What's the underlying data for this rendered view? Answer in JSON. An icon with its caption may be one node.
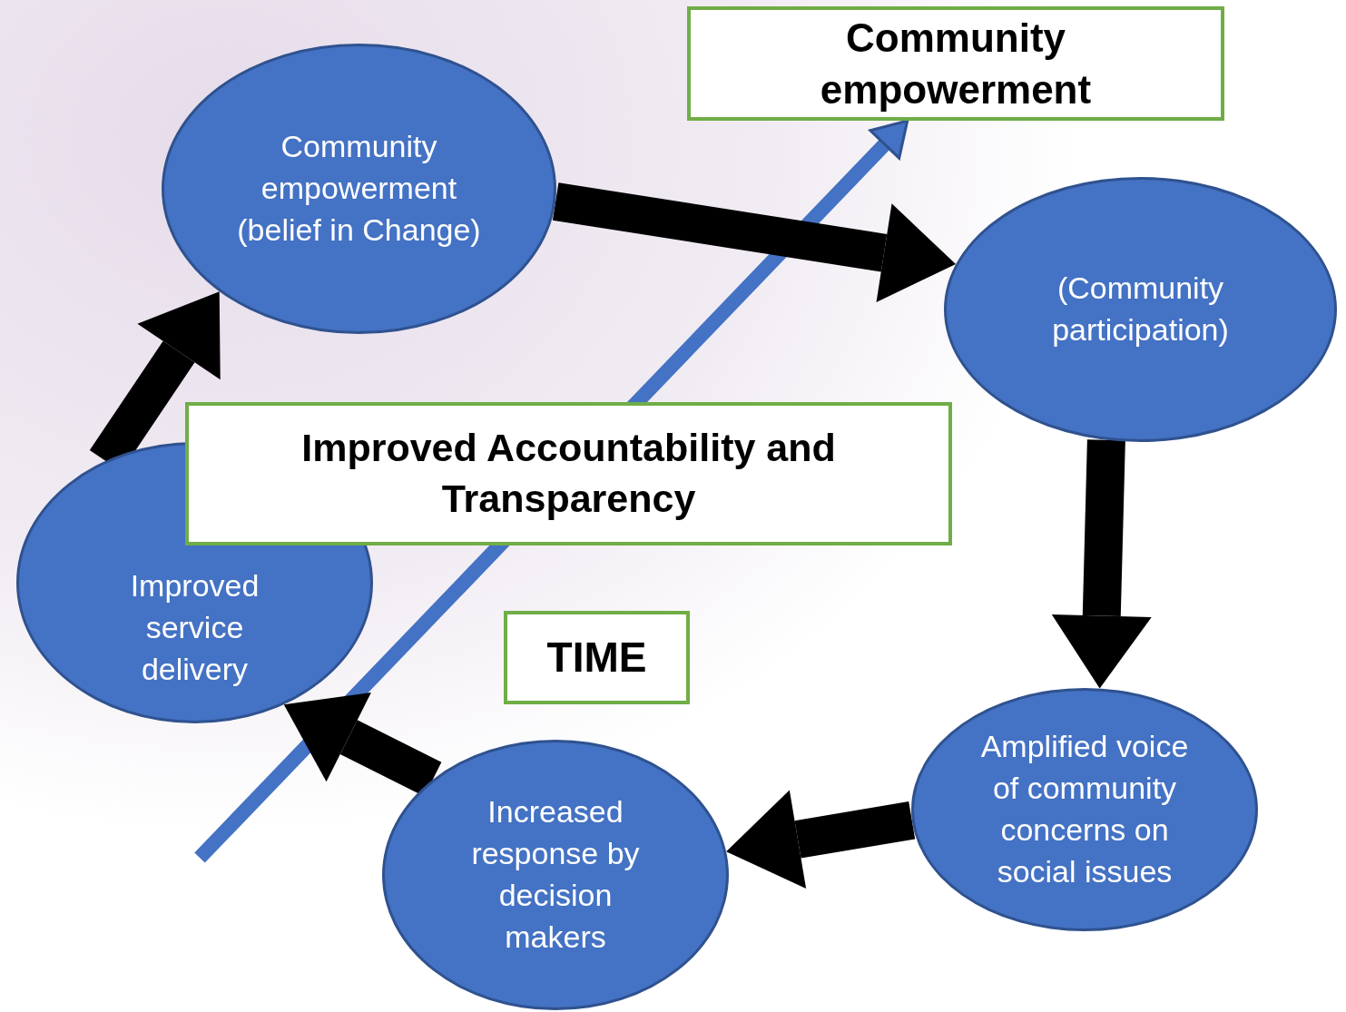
{
  "diagram": {
    "nodes": [
      {
        "text": [
          "Community empowerment (belief in Change)"
        ]
      },
      {
        "text": [
          "Community empowerment"
        ]
      },
      {
        "text": [
          "(Community participation)"
        ]
      },
      {
        "text": [
          "Amplified voice of community concerns on social issues"
        ]
      },
      {
        "text": [
          "Increased response by decision makers"
        ]
      },
      {
        "text": [
          "Improved service delivery"
        ]
      },
      {
        "text": [
          "Improved Accountability and Transparency"
        ]
      },
      {
        "text": [
          "TIME"
        ]
      }
    ],
    "edges": [
      {
        "from": null,
        "to": 1,
        "arrow": "to",
        "color": "#4472c4"
      },
      {
        "from": 0,
        "to": 2,
        "arrow": "to"
      },
      {
        "from": 2,
        "to": 3,
        "arrow": "to"
      },
      {
        "from": 3,
        "to": 4,
        "arrow": "to"
      },
      {
        "from": 4,
        "to": 5,
        "arrow": "to"
      },
      {
        "from": 5,
        "to": 0,
        "arrow": "to"
      }
    ]
  }
}
